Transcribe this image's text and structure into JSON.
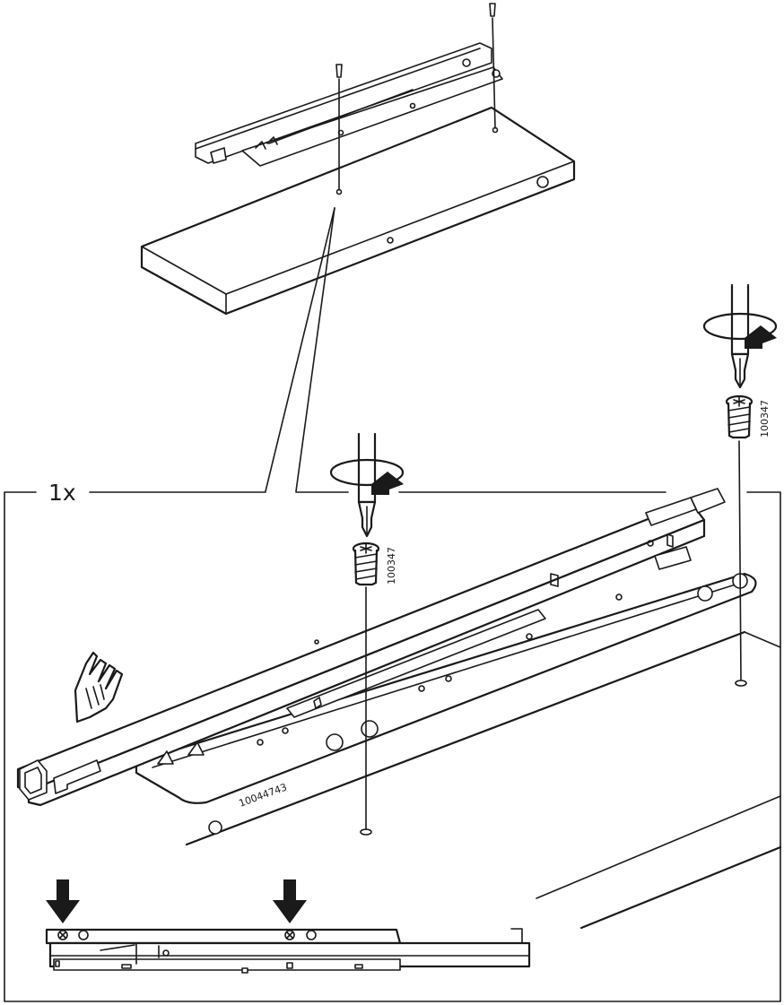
{
  "step": {
    "quantity_label": "1x",
    "screw_part_number": "100347",
    "rail_part_number": "10044743"
  },
  "icons": [
    "screwdriver-icon",
    "rotation-arrow-icon",
    "screw-icon",
    "press-finger-icon",
    "down-arrow-icon"
  ],
  "colors": {
    "ink": "#1a1a1a",
    "paper": "#ffffff"
  }
}
